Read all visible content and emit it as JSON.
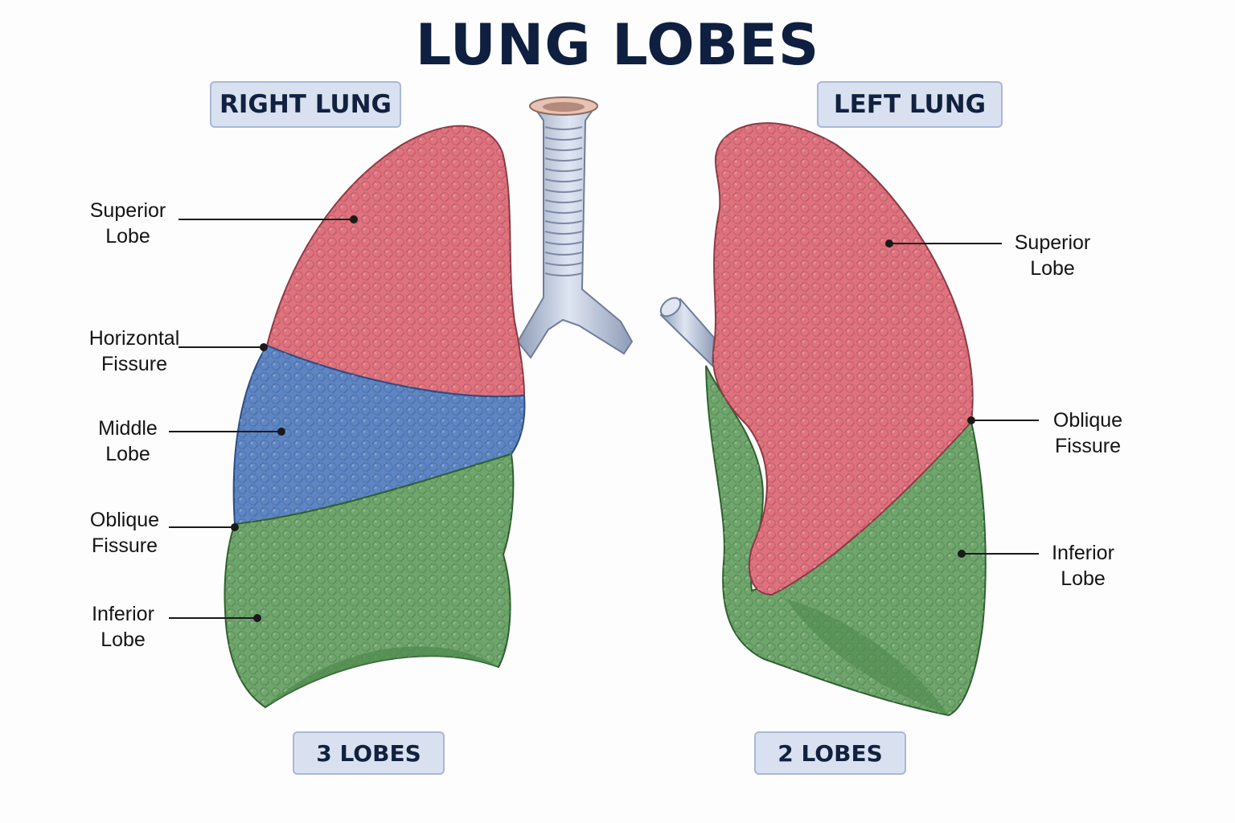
{
  "title": "LUNG LOBES",
  "colors": {
    "superior": "#e0727e",
    "middle": "#5e86c4",
    "inferior": "#6fa66c",
    "trachea": "#b8c3d8",
    "pill_bg": "#d9e1f1",
    "title": "#0e1f3f"
  },
  "right_lung": {
    "heading": "RIGHT LUNG",
    "lobe_count": "3 LOBES",
    "labels": [
      {
        "line1": "Superior",
        "line2": "Lobe"
      },
      {
        "line1": "Horizontal",
        "line2": "Fissure"
      },
      {
        "line1": "Middle",
        "line2": "Lobe"
      },
      {
        "line1": "Oblique",
        "line2": "Fissure"
      },
      {
        "line1": "Inferior",
        "line2": "Lobe"
      }
    ]
  },
  "left_lung": {
    "heading": "LEFT LUNG",
    "lobe_count": "2 LOBES",
    "labels": [
      {
        "line1": "Superior",
        "line2": "Lobe"
      },
      {
        "line1": "Oblique",
        "line2": "Fissure"
      },
      {
        "line1": "Inferior",
        "line2": "Lobe"
      }
    ]
  }
}
